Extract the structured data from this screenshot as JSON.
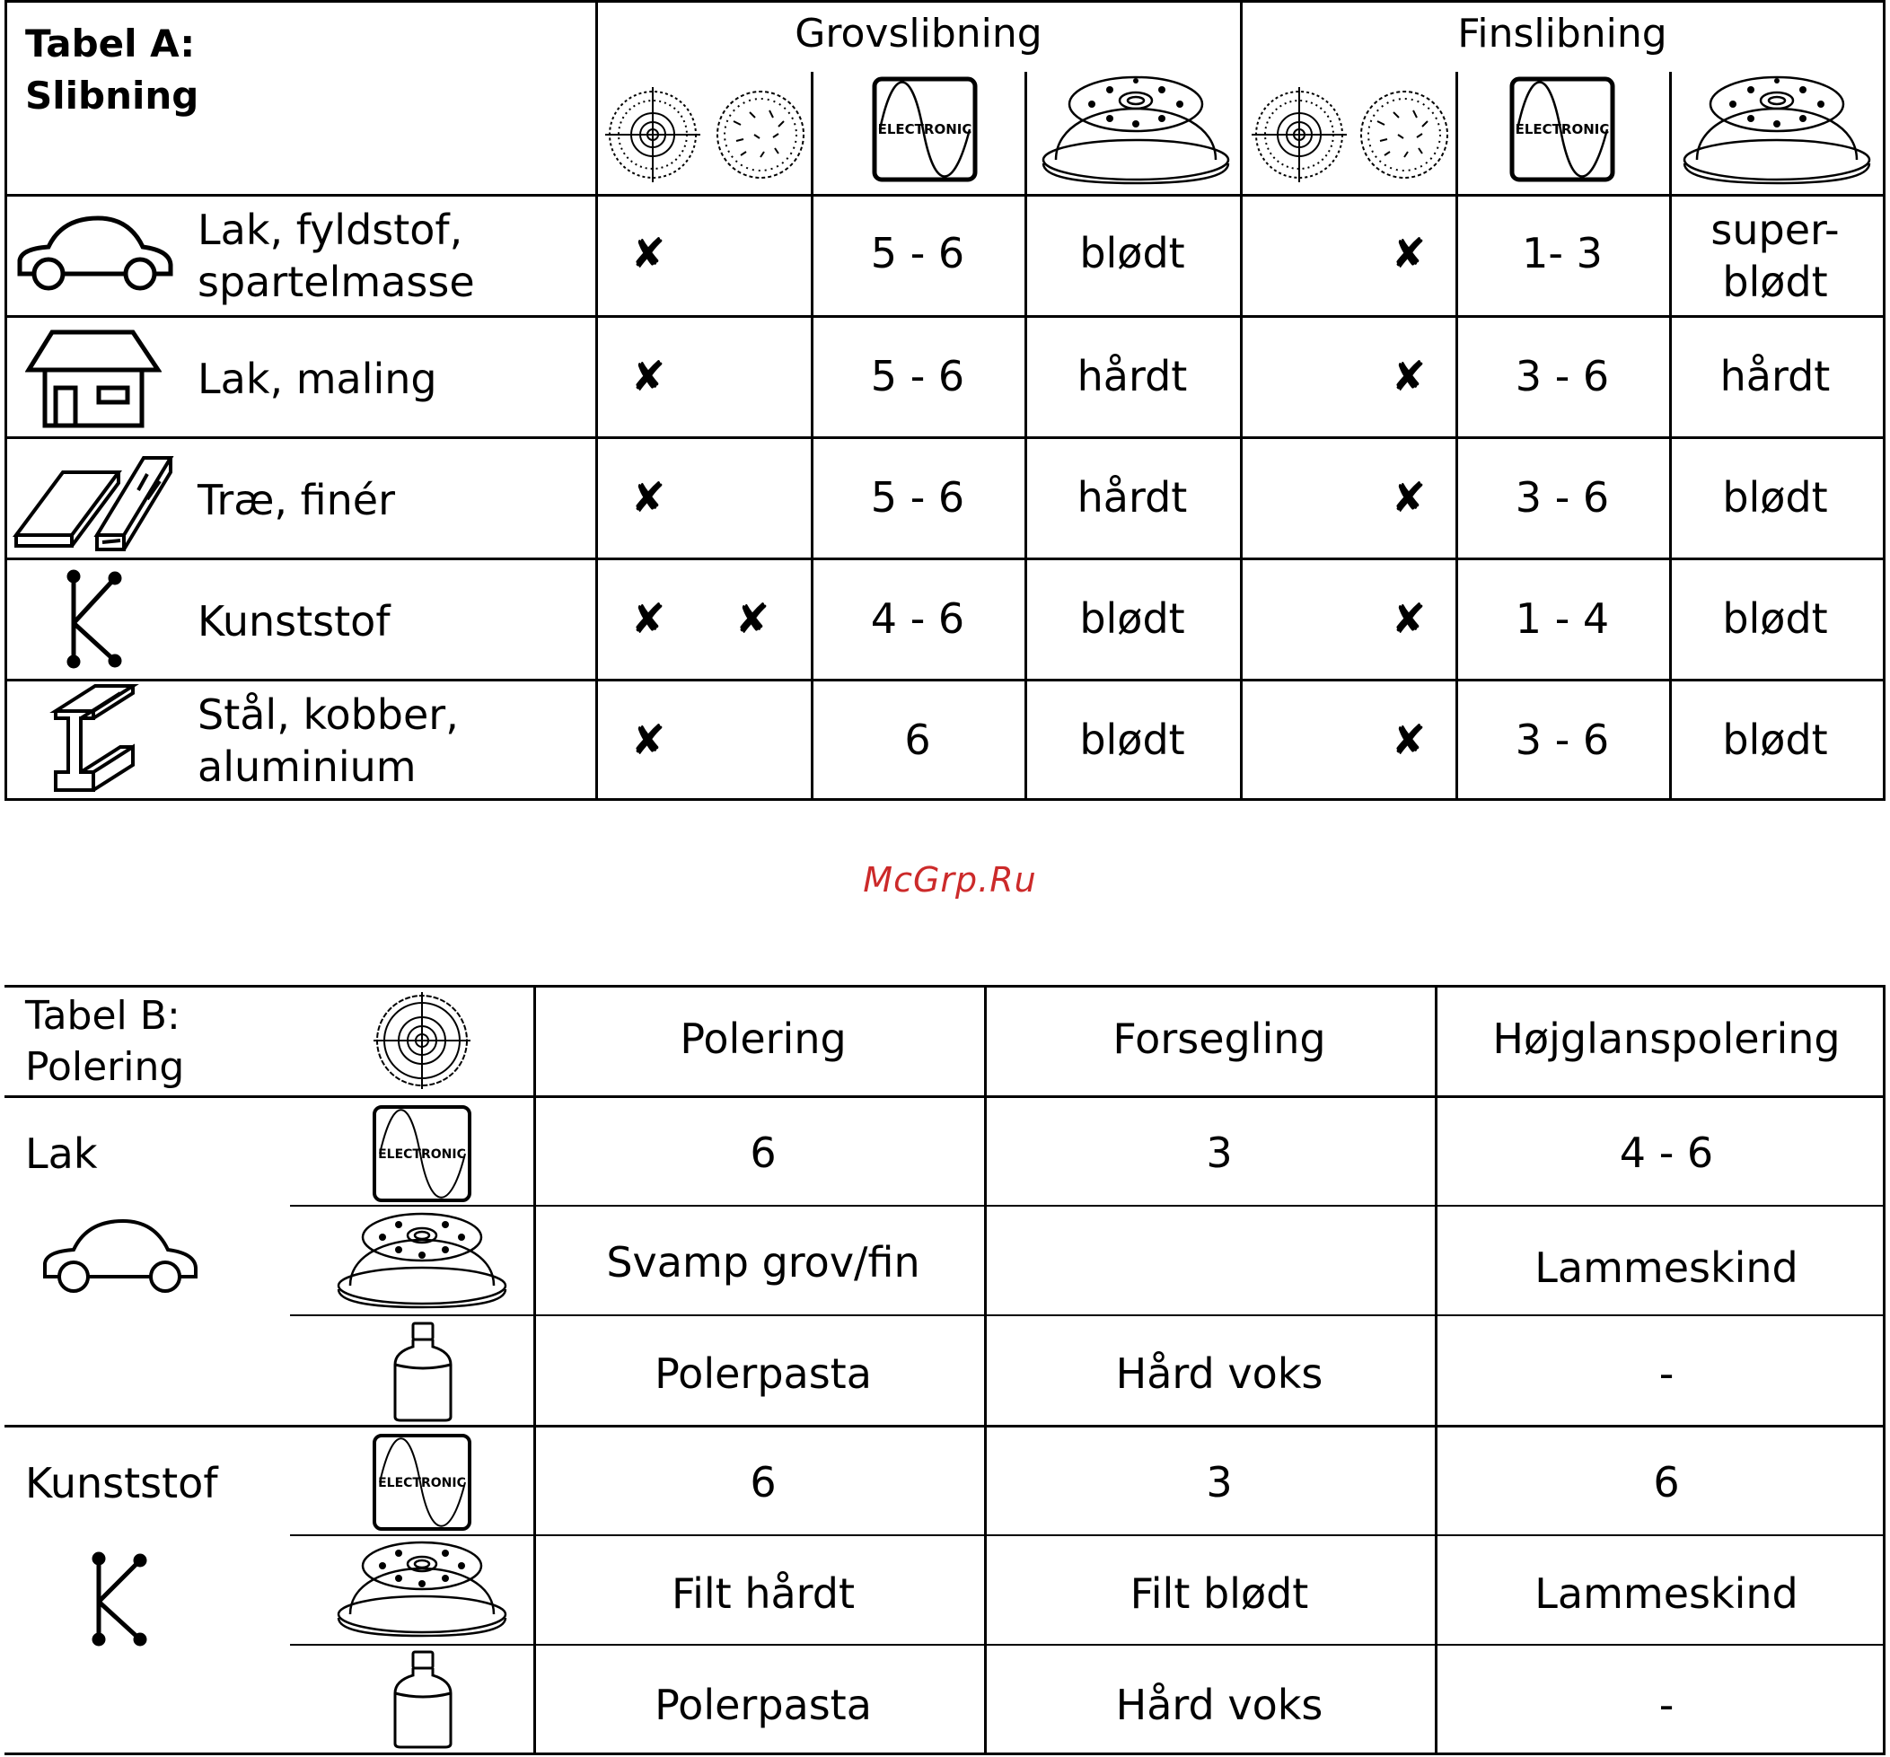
{
  "tableA": {
    "title_line1": "Tabel A:",
    "title_line2": "Slibning",
    "group_coarse": "Grovslibning",
    "group_fine": "Finslibning",
    "electronic_label": "ELECTRONIC",
    "rows": [
      {
        "icon": "car-icon",
        "label_line1": "Lak, fyldstof,",
        "label_line2": "spartelmasse",
        "coarse_x1": "✘",
        "coarse_x2": "",
        "coarse_speed": "5 - 6",
        "coarse_pad": "blødt",
        "fine_x": "✘",
        "fine_speed": "1- 3",
        "fine_pad_line1": "super-",
        "fine_pad_line2": "blødt"
      },
      {
        "icon": "house-icon",
        "label_line1": "Lak, maling",
        "label_line2": "",
        "coarse_x1": "✘",
        "coarse_x2": "",
        "coarse_speed": "5 - 6",
        "coarse_pad": "hårdt",
        "fine_x": "✘",
        "fine_speed": "3 - 6",
        "fine_pad_line1": "hårdt",
        "fine_pad_line2": ""
      },
      {
        "icon": "wood-icon",
        "label_line1": "Træ, finér",
        "label_line2": "",
        "coarse_x1": "✘",
        "coarse_x2": "",
        "coarse_speed": "5 - 6",
        "coarse_pad": "hårdt",
        "fine_x": "✘",
        "fine_speed": "3 - 6",
        "fine_pad_line1": "blødt",
        "fine_pad_line2": ""
      },
      {
        "icon": "plastic-k-icon",
        "label_line1": "Kunststof",
        "label_line2": "",
        "coarse_x1": "✘",
        "coarse_x2": "✘",
        "coarse_speed": "4 - 6",
        "coarse_pad": "blødt",
        "fine_x": "✘",
        "fine_speed": "1 - 4",
        "fine_pad_line1": "blødt",
        "fine_pad_line2": ""
      },
      {
        "icon": "steel-beam-icon",
        "label_line1": "Stål, kobber,",
        "label_line2": "aluminium",
        "coarse_x1": "✘",
        "coarse_x2": "",
        "coarse_speed": "6",
        "coarse_pad": "blødt",
        "fine_x": "✘",
        "fine_speed": "3 - 6",
        "fine_pad_line1": "blødt",
        "fine_pad_line2": ""
      }
    ]
  },
  "watermark": "McGrp.Ru",
  "tableB": {
    "title_line1": "Tabel B:",
    "title_line2": "Polering",
    "columns": [
      "Polering",
      "Forsegling",
      "Højglanspolering"
    ],
    "electronic_label": "ELECTRONIC",
    "groups": [
      {
        "label": "Lak",
        "icon": "car-icon",
        "rows": [
          {
            "icon": "electronic-dial-icon",
            "values": [
              "6",
              "3",
              "4 - 6"
            ]
          },
          {
            "icon": "backing-pad-icon",
            "values": [
              "Svamp grov/fin",
              "",
              "Lammeskind"
            ]
          },
          {
            "icon": "polish-bottle-icon",
            "values": [
              "Polerpasta",
              "Hård voks",
              "-"
            ]
          }
        ]
      },
      {
        "label": "Kunststof",
        "icon": "plastic-k-icon",
        "rows": [
          {
            "icon": "electronic-dial-icon",
            "values": [
              "6",
              "3",
              "6"
            ]
          },
          {
            "icon": "backing-pad-icon",
            "values": [
              "Filt hårdt",
              "Filt blødt",
              "Lammeskind"
            ]
          },
          {
            "icon": "polish-bottle-icon",
            "values": [
              "Polerpasta",
              "Hård voks",
              "-"
            ]
          }
        ]
      }
    ]
  }
}
